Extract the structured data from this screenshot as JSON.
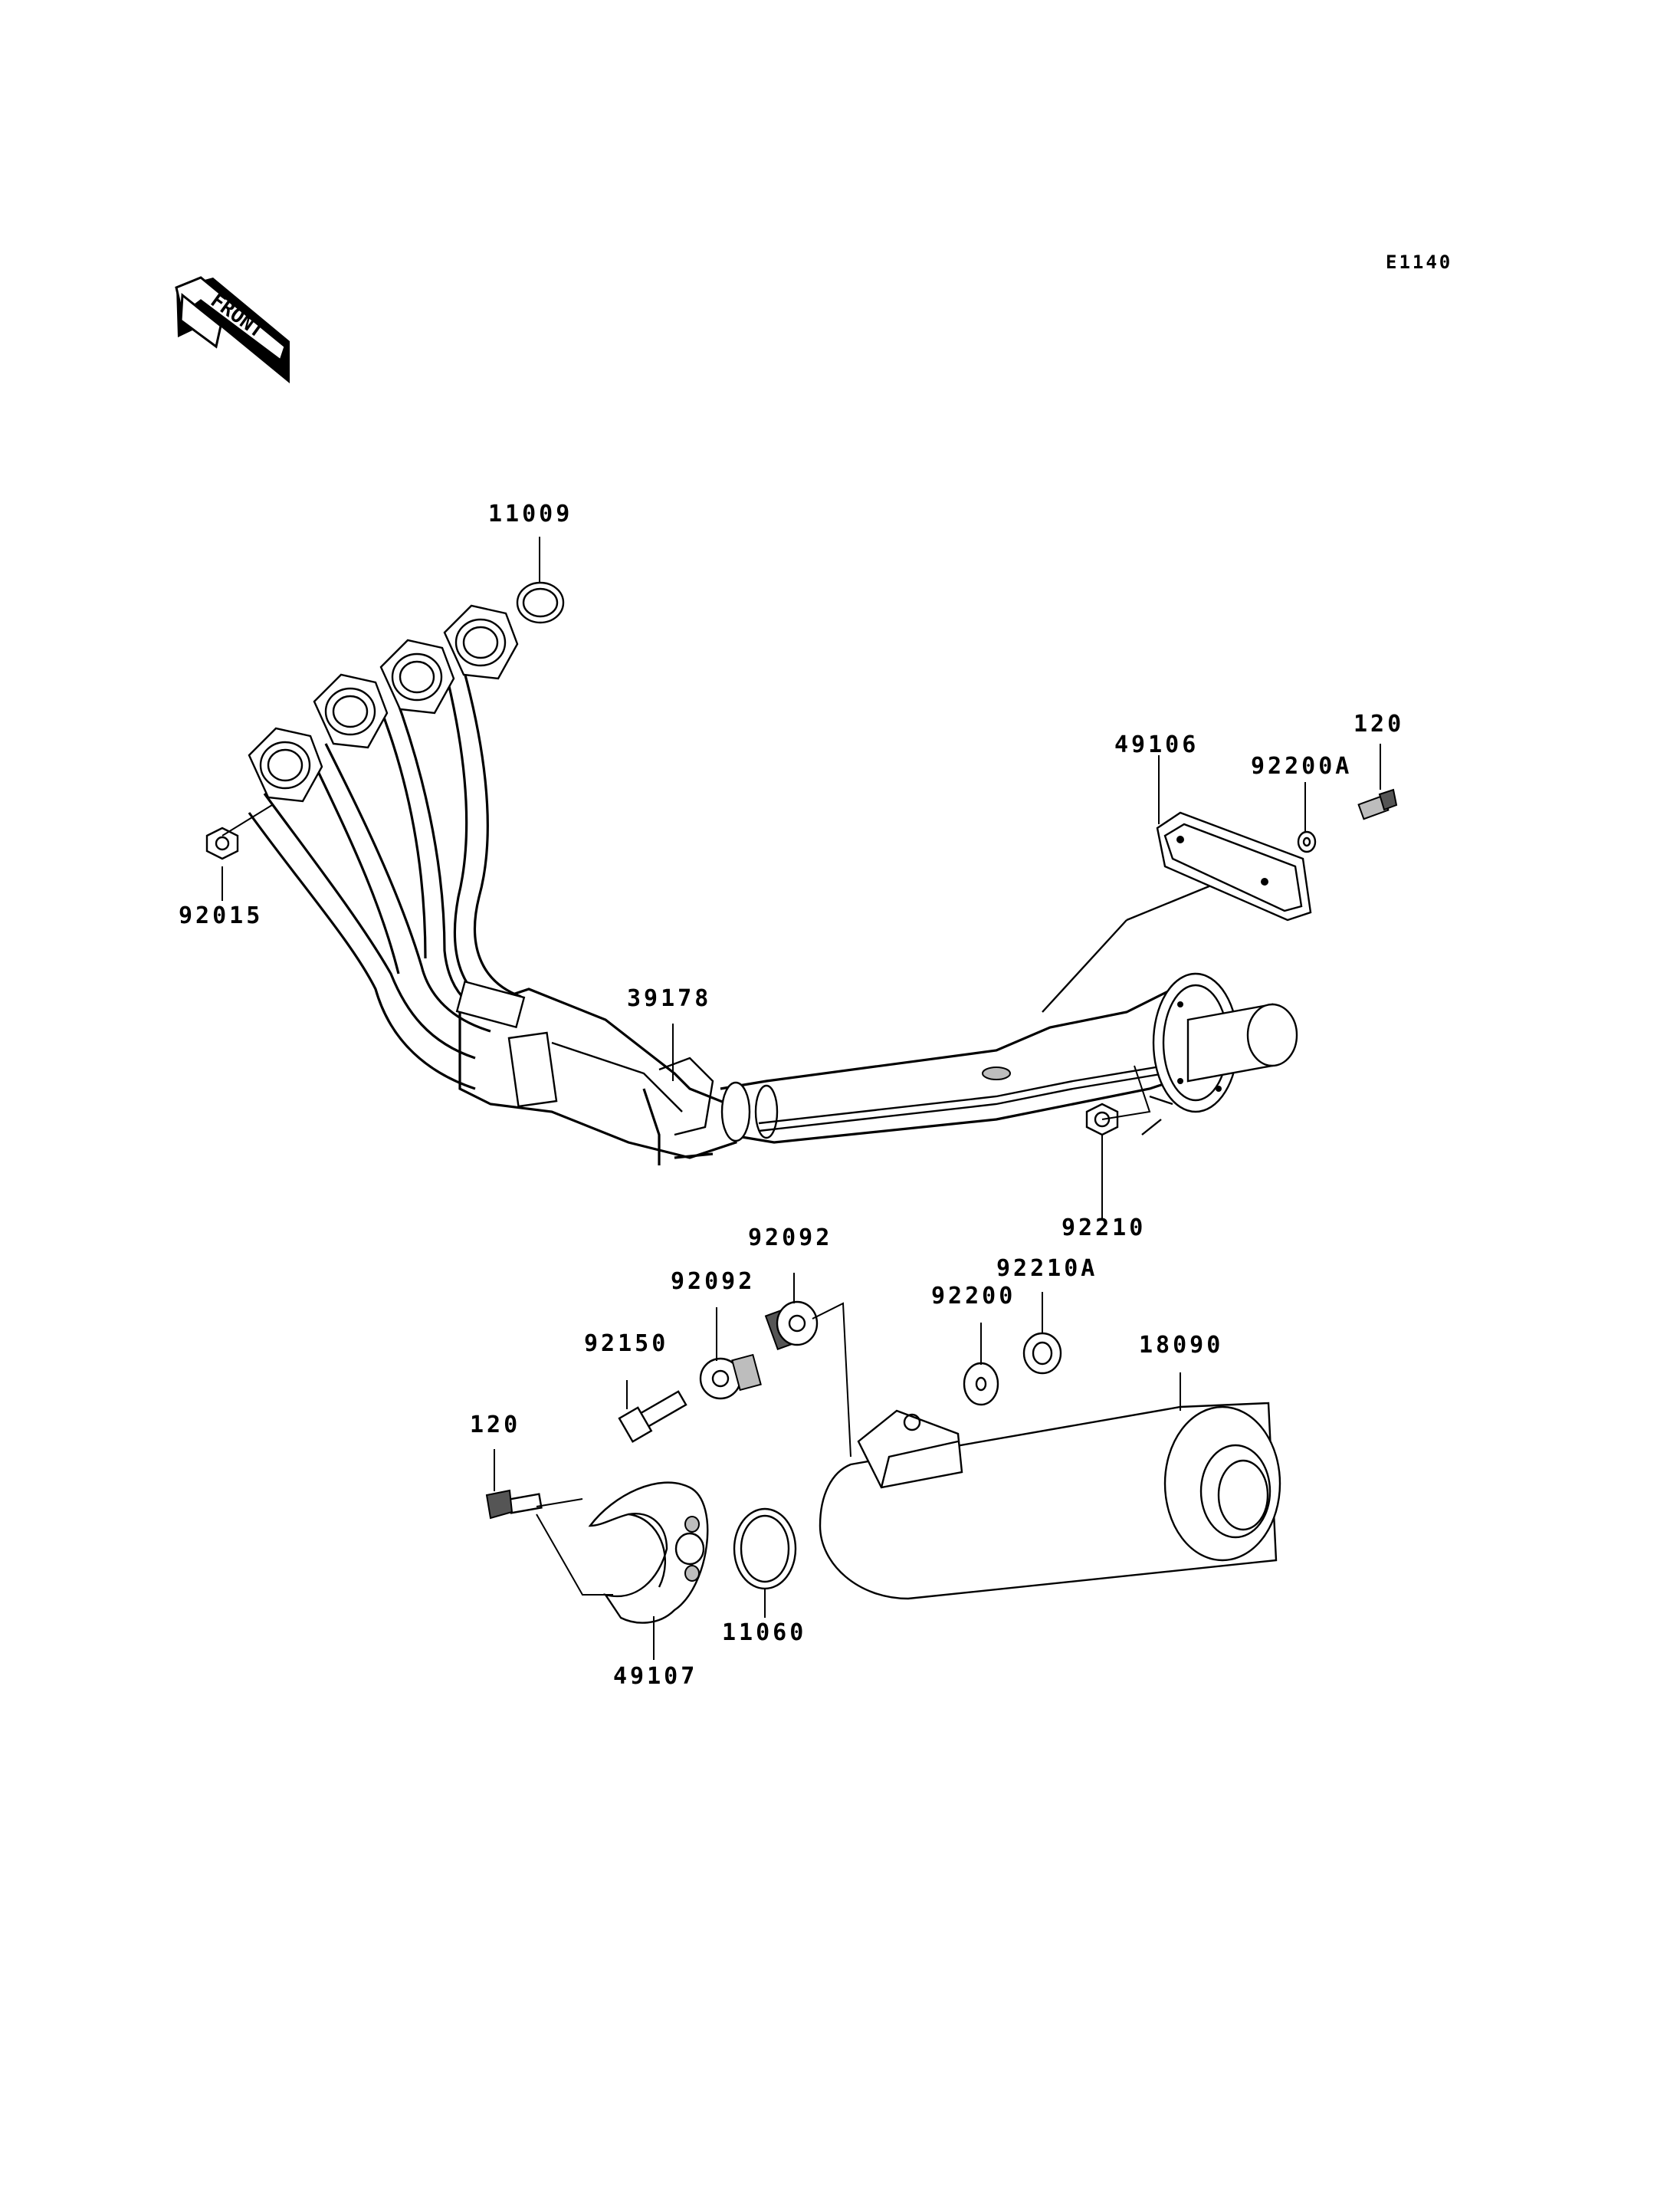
{
  "diagram": {
    "code": "E1140",
    "front_label": "FRONT",
    "labels": {
      "p11009": "11009",
      "p92015": "92015",
      "p39178": "39178",
      "p49106": "49106",
      "p92200A": "92200A",
      "p120_top": "120",
      "p92210": "92210",
      "p92092_top": "92092",
      "p92092_low": "92092",
      "p92150": "92150",
      "p92210A": "92210A",
      "p92200": "92200",
      "p18090": "18090",
      "p120_low": "120",
      "p11060": "11060",
      "p49107": "49107"
    }
  }
}
